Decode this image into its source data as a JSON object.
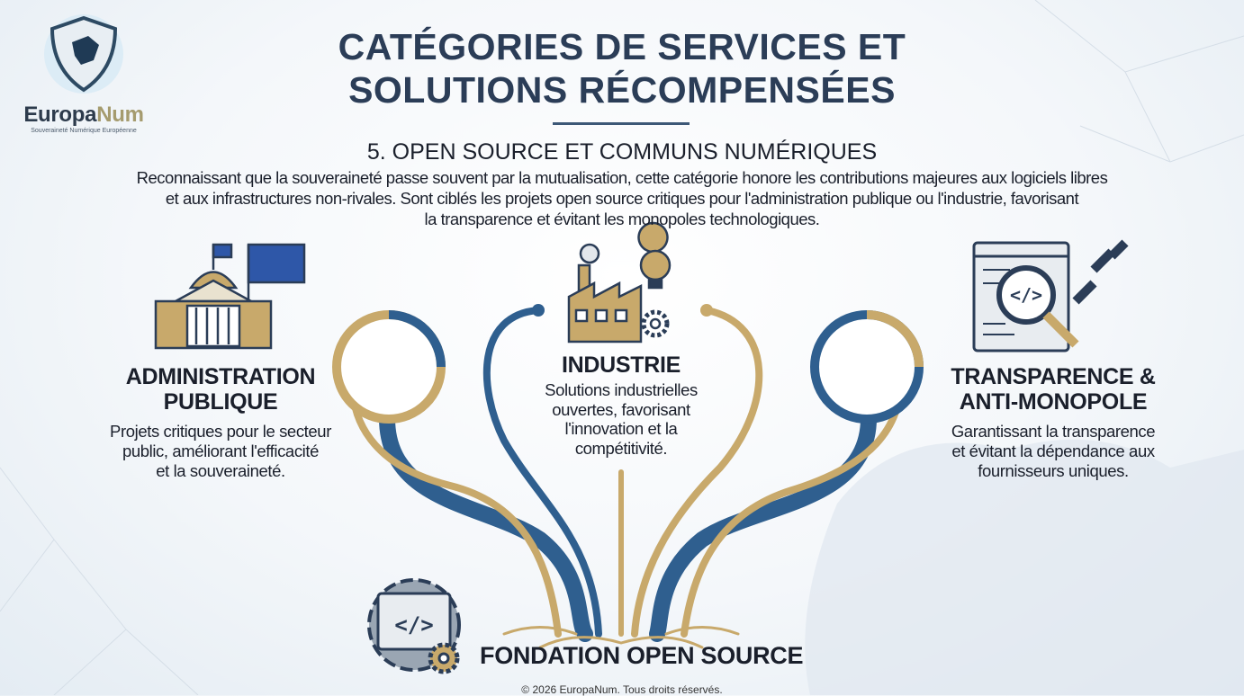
{
  "logo": {
    "name_part1": "Europa",
    "name_part2": "Num",
    "tagline": "Souveraineté Numérique Européenne"
  },
  "header": {
    "title_line1": "CATÉGORIES DE SERVICES ET",
    "title_line2": "SOLUTIONS RÉCOMPENSÉES"
  },
  "section": {
    "heading": "5. OPEN SOURCE ET COMMUNS NUMÉRIQUES",
    "intro_line1": "Reconnaissant que la souveraineté passe souvent par la mutualisation, cette catégorie honore les contributions majeures aux logiciels libres",
    "intro_line2": "et aux infrastructures non-rivales. Sont ciblés les projets open source critiques pour l'administration publique ou l'industrie, favorisant",
    "intro_line3": "la transparence et évitant les monopoles technologiques."
  },
  "columns": [
    {
      "title_line1": "ADMINISTRATION",
      "title_line2": "PUBLIQUE",
      "text_line1": "Projets critiques pour le secteur",
      "text_line2": "public, améliorant l'efficacité",
      "text_line3": "et la souveraineté.",
      "icon": "government-building-icon"
    },
    {
      "title_line1": "INDUSTRIE",
      "text_line1": "Solutions industrielles",
      "text_line2": "ouvertes, favorisant",
      "text_line3": "l'innovation et la",
      "text_line4": "compétitivité.",
      "icon": "factory-lightbulb-gear-icon"
    },
    {
      "title_line1": "TRANSPARENCE &",
      "title_line2": "ANTI-MONOPOLE",
      "text_line1": "Garantissant la transparence",
      "text_line2": "et évitant la dépendance aux",
      "text_line3": "fournisseurs uniques.",
      "icon": "code-magnifier-chain-icon"
    }
  ],
  "foundation": {
    "label": "FONDATION OPEN SOURCE",
    "icon": "code-window-gear-icon"
  },
  "footer": {
    "copyright": "© 2026 EuropaNum. Tous droits réservés."
  },
  "colors": {
    "navy": "#2b3d57",
    "blue": "#2f5f8f",
    "gold": "#c8a96b"
  }
}
